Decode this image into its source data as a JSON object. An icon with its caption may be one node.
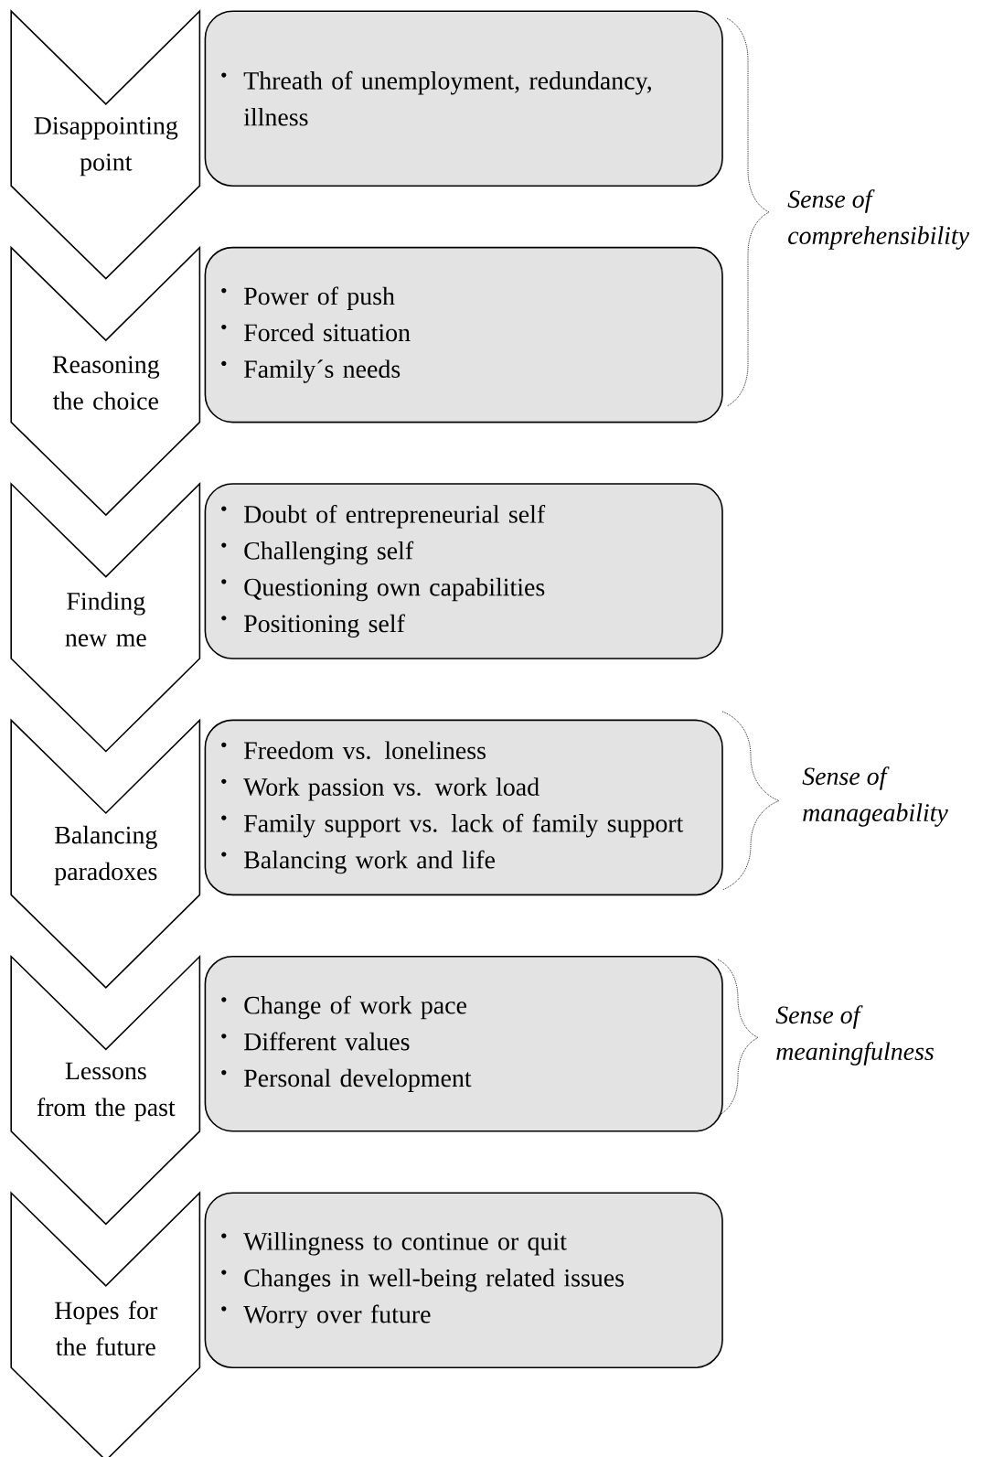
{
  "diagram": {
    "nodes": [
      {
        "text": [
          "Disappointing point"
        ]
      },
      {
        "text": [
          "Threath of unemployment, redundancy, illness"
        ]
      },
      {
        "text": [
          "Reasoning the choice"
        ]
      },
      {
        "text": [
          "Power of push",
          "Forced situation",
          "Family´s needs"
        ]
      },
      {
        "text": [
          "Finding new me"
        ]
      },
      {
        "text": [
          "Doubt of entrepreneurial self",
          "Challenging self",
          "Questioning own capabilities",
          "Positioning self"
        ]
      },
      {
        "text": [
          "Balancing paradoxes"
        ]
      },
      {
        "text": [
          "Freedom vs. loneliness",
          "Work passion vs. work load",
          "Family support vs. lack of family support",
          "Balancing work and life"
        ]
      },
      {
        "text": [
          "Lessons from the past"
        ]
      },
      {
        "text": [
          "Change of work pace",
          "Different values",
          "Personal development"
        ]
      },
      {
        "text": [
          "Hopes for the future"
        ]
      },
      {
        "text": [
          "Willingness to continue or quit",
          "Changes in well-being related issues",
          "Worry over future"
        ]
      }
    ],
    "labels": [
      "Sense of comprehensibility",
      "Sense of manageability",
      "Sense of meaningfulness"
    ]
  }
}
